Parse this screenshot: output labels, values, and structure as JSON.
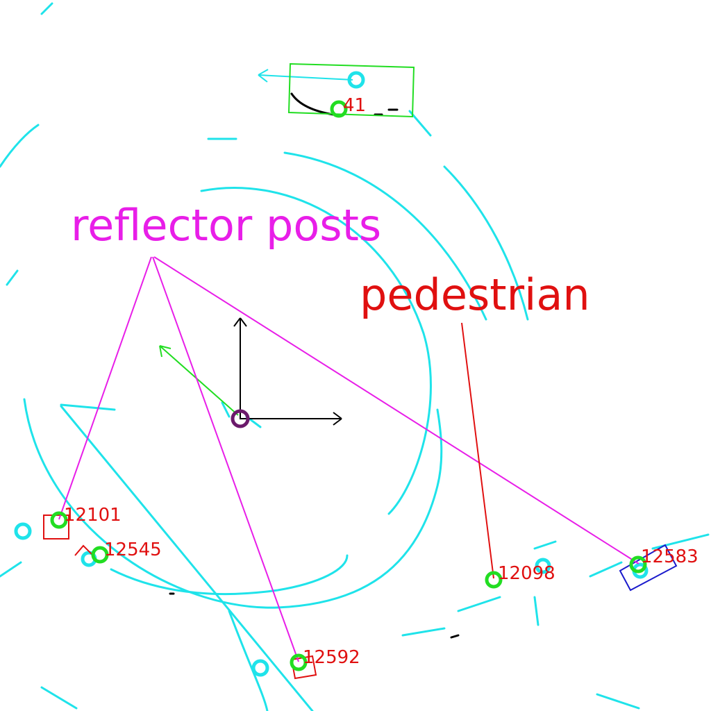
{
  "colors": {
    "scan": "#1fe3ea",
    "track_ring": "#22dd22",
    "annotation_magenta": "#e81ee8",
    "annotation_red": "#e01010",
    "ego": "#6b1a6b",
    "axis": "#000000",
    "heading": "#22dd22",
    "box_blue": "#1a1acc",
    "box_red": "#e01010",
    "box_green": "#22dd22"
  },
  "annotations": {
    "reflector_label": "reflector posts",
    "pedestrian_label": "pedestrian"
  },
  "tracks": [
    {
      "id": "41"
    },
    {
      "id": "12101"
    },
    {
      "id": "12545"
    },
    {
      "id": "12098"
    },
    {
      "id": "12583"
    },
    {
      "id": "12592"
    }
  ]
}
